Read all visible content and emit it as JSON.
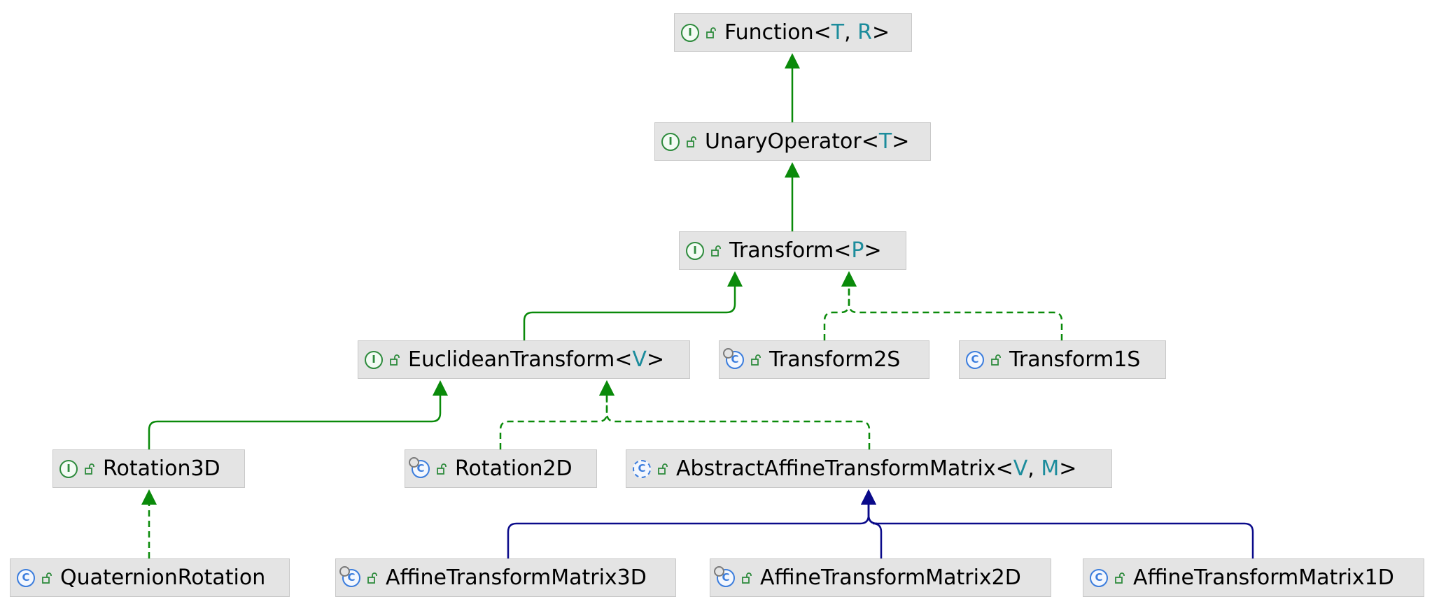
{
  "colors": {
    "extends_interface": "#0a8a0a",
    "implements": "#0a8a0a",
    "extends_class": "#0a0a8a",
    "type_param": "#1c8c9c"
  },
  "nodes": [
    {
      "id": "function",
      "name": "Function",
      "type_params": [
        "T",
        "R"
      ],
      "kind": "interface",
      "icon": "interface-icon"
    },
    {
      "id": "unary-operator",
      "name": "UnaryOperator",
      "type_params": [
        "T"
      ],
      "kind": "interface",
      "icon": "interface-icon"
    },
    {
      "id": "transform",
      "name": "Transform",
      "type_params": [
        "P"
      ],
      "kind": "interface",
      "icon": "interface-icon"
    },
    {
      "id": "euclidean-transform",
      "name": "EuclideanTransform",
      "type_params": [
        "V"
      ],
      "kind": "interface",
      "icon": "interface-icon"
    },
    {
      "id": "transform2s",
      "name": "Transform2S",
      "type_params": [],
      "kind": "final-class",
      "icon": "final-class-icon"
    },
    {
      "id": "transform1s",
      "name": "Transform1S",
      "type_params": [],
      "kind": "class",
      "icon": "class-icon"
    },
    {
      "id": "rotation3d",
      "name": "Rotation3D",
      "type_params": [],
      "kind": "interface",
      "icon": "interface-icon"
    },
    {
      "id": "rotation2d",
      "name": "Rotation2D",
      "type_params": [],
      "kind": "final-class",
      "icon": "final-class-icon"
    },
    {
      "id": "abstract-affine",
      "name": "AbstractAffineTransformMatrix",
      "type_params": [
        "V",
        "M"
      ],
      "kind": "abstract-class",
      "icon": "abstract-class-icon"
    },
    {
      "id": "quaternion-rotation",
      "name": "QuaternionRotation",
      "type_params": [],
      "kind": "class",
      "icon": "class-icon"
    },
    {
      "id": "affine3d",
      "name": "AffineTransformMatrix3D",
      "type_params": [],
      "kind": "final-class",
      "icon": "final-class-icon"
    },
    {
      "id": "affine2d",
      "name": "AffineTransformMatrix2D",
      "type_params": [],
      "kind": "final-class",
      "icon": "final-class-icon"
    },
    {
      "id": "affine1d",
      "name": "AffineTransformMatrix1D",
      "type_params": [],
      "kind": "class",
      "icon": "class-icon"
    }
  ],
  "edges": [
    {
      "from": "unary-operator",
      "to": "function",
      "relation": "extends",
      "style": "solid",
      "color": "green"
    },
    {
      "from": "transform",
      "to": "unary-operator",
      "relation": "extends",
      "style": "solid",
      "color": "green"
    },
    {
      "from": "euclidean-transform",
      "to": "transform",
      "relation": "extends",
      "style": "solid",
      "color": "green"
    },
    {
      "from": "transform2s",
      "to": "transform",
      "relation": "implements",
      "style": "dashed",
      "color": "green"
    },
    {
      "from": "transform1s",
      "to": "transform",
      "relation": "implements",
      "style": "dashed",
      "color": "green"
    },
    {
      "from": "rotation3d",
      "to": "euclidean-transform",
      "relation": "extends",
      "style": "solid",
      "color": "green"
    },
    {
      "from": "rotation2d",
      "to": "euclidean-transform",
      "relation": "implements",
      "style": "dashed",
      "color": "green"
    },
    {
      "from": "abstract-affine",
      "to": "euclidean-transform",
      "relation": "implements",
      "style": "dashed",
      "color": "green"
    },
    {
      "from": "quaternion-rotation",
      "to": "rotation3d",
      "relation": "implements",
      "style": "dashed",
      "color": "green"
    },
    {
      "from": "affine3d",
      "to": "abstract-affine",
      "relation": "extends",
      "style": "solid",
      "color": "blue"
    },
    {
      "from": "affine2d",
      "to": "abstract-affine",
      "relation": "extends",
      "style": "solid",
      "color": "blue"
    },
    {
      "from": "affine1d",
      "to": "abstract-affine",
      "relation": "extends",
      "style": "solid",
      "color": "blue"
    }
  ]
}
